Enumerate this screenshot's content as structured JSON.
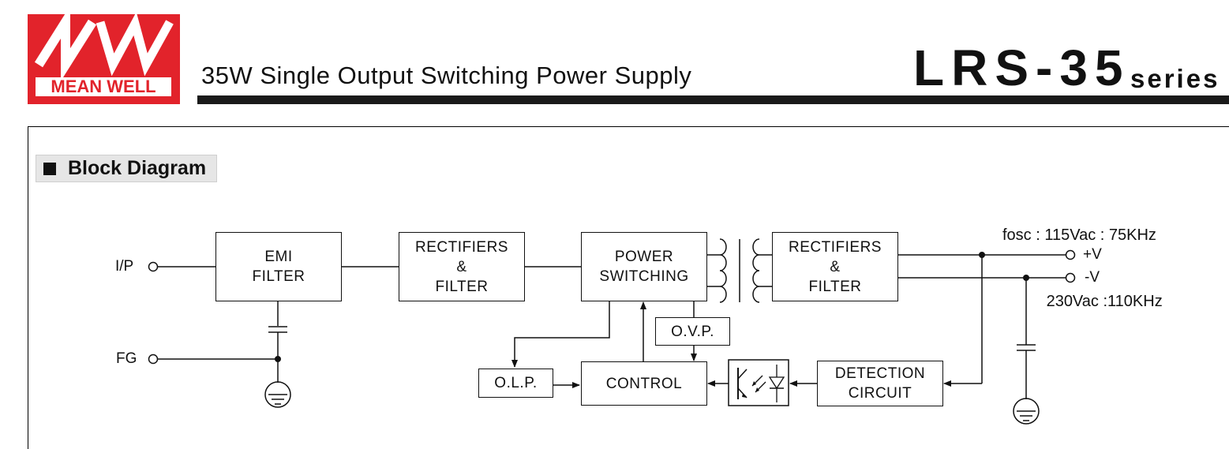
{
  "header": {
    "logo_text": "MEAN WELL",
    "subtitle": "35W Single Output Switching Power Supply",
    "model": "LRS-35",
    "series": "series"
  },
  "section": {
    "title": "Block Diagram"
  },
  "fosc": {
    "line1": "fosc : 115Vac : 75KHz",
    "line2": "          230Vac :110KHz"
  },
  "diagram": {
    "terminals": {
      "ip": "I/P",
      "fg": "FG",
      "pos": "+V",
      "neg": "-V"
    },
    "blocks": {
      "emi": [
        "EMI",
        "FILTER"
      ],
      "rect1": [
        "RECTIFIERS",
        "&",
        "FILTER"
      ],
      "power": [
        "POWER",
        "SWITCHING"
      ],
      "rect2": [
        "RECTIFIERS",
        "&",
        "FILTER"
      ],
      "ovp": [
        "O.V.P."
      ],
      "olp": [
        "O.L.P."
      ],
      "control": [
        "CONTROL"
      ],
      "detection": [
        "DETECTION",
        "CIRCUIT"
      ]
    }
  },
  "colors": {
    "brand_red": "#e2232b",
    "line": "#111111"
  }
}
